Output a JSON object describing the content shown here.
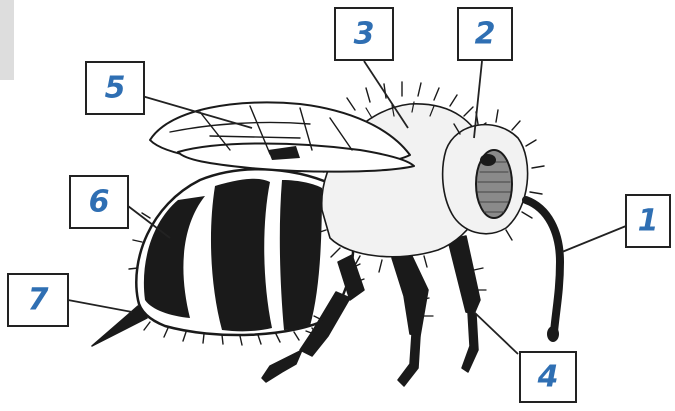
{
  "labels": {
    "label_1": {
      "number": "1"
    },
    "label_2": {
      "number": "2"
    },
    "label_3": {
      "number": "3"
    },
    "label_4": {
      "number": "4"
    },
    "label_5": {
      "number": "5"
    },
    "label_6": {
      "number": "6"
    },
    "label_7": {
      "number": "7"
    }
  },
  "colors": {
    "label_text": "#2f6fb3",
    "label_border": "#222222",
    "ink": "#1a1a1a",
    "fur": "#f2f2f2",
    "eye": "#8a8a8a"
  },
  "icons": {
    "illustration": "honeybee-icon"
  }
}
